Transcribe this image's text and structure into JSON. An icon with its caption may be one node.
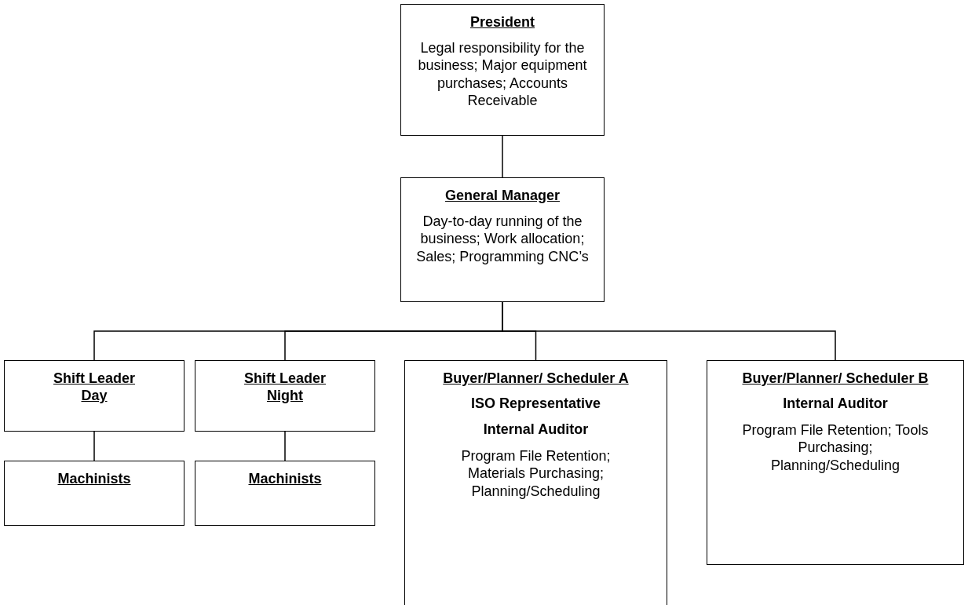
{
  "diagram": {
    "nodes": [
      {
        "text": [
          "President",
          "Legal responsibility for the business; Major equipment purchases; Accounts Receivable"
        ]
      },
      {
        "text": [
          "General Manager",
          "Day-to-day running of the business; Work allocation; Sales; Programming CNC’s"
        ]
      },
      {
        "text": [
          "Shift Leader Day"
        ]
      },
      {
        "text": [
          "Shift Leader Night"
        ]
      },
      {
        "text": [
          "Buyer/Planner/ Scheduler A",
          "ISO Representative",
          "Internal Auditor",
          "Program File Retention; Materials Purchasing; Planning/Scheduling"
        ]
      },
      {
        "text": [
          "Buyer/Planner/ Scheduler B",
          "Internal Auditor",
          "Program File Retention; Tools Purchasing; Planning/Scheduling"
        ]
      },
      {
        "text": [
          "Machinists"
        ]
      },
      {
        "text": [
          "Machinists"
        ]
      }
    ],
    "edges": [
      {
        "from": 0,
        "to": 1,
        "arrow": "none"
      },
      {
        "from": 1,
        "to": 2,
        "arrow": "none"
      },
      {
        "from": 1,
        "to": 3,
        "arrow": "none"
      },
      {
        "from": 1,
        "to": 4,
        "arrow": "none"
      },
      {
        "from": 1,
        "to": 5,
        "arrow": "none"
      },
      {
        "from": 2,
        "to": 6,
        "arrow": "none"
      },
      {
        "from": 3,
        "to": 7,
        "arrow": "none"
      }
    ]
  }
}
